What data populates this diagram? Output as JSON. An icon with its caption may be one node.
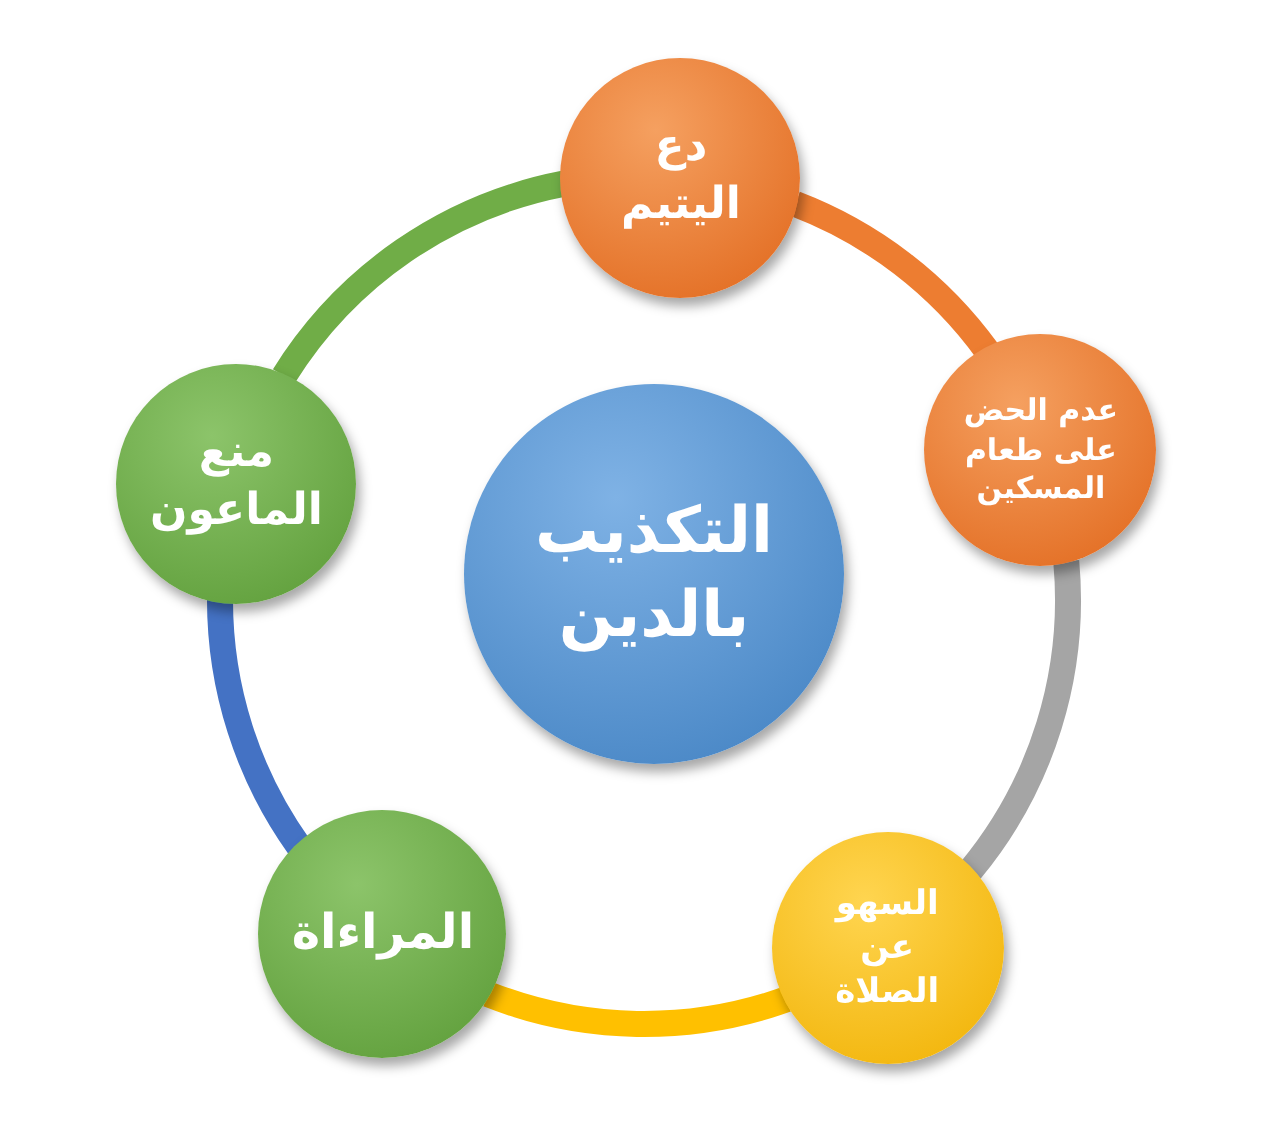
{
  "diagram": {
    "nodes": [
      {
        "text": [
          "التكذيب بالدين"
        ]
      },
      {
        "text": [
          "دع اليتيم"
        ]
      },
      {
        "text": [
          "عدم الحض على طعام المسكين"
        ]
      },
      {
        "text": [
          "السهو عن الصلاة"
        ]
      },
      {
        "text": [
          "المراءاة"
        ]
      },
      {
        "text": [
          "منع الماعون"
        ]
      }
    ],
    "edges": [
      {
        "from": 1,
        "to": 2,
        "arrow": "none",
        "color": "#ed7d31"
      },
      {
        "from": 2,
        "to": 3,
        "arrow": "none",
        "color": "#a5a5a5"
      },
      {
        "from": 3,
        "to": 4,
        "arrow": "none",
        "color": "#ffc000"
      },
      {
        "from": 4,
        "to": 5,
        "arrow": "none",
        "color": "#4472c4"
      },
      {
        "from": 5,
        "to": 1,
        "arrow": "none",
        "color": "#70ad47"
      }
    ]
  }
}
